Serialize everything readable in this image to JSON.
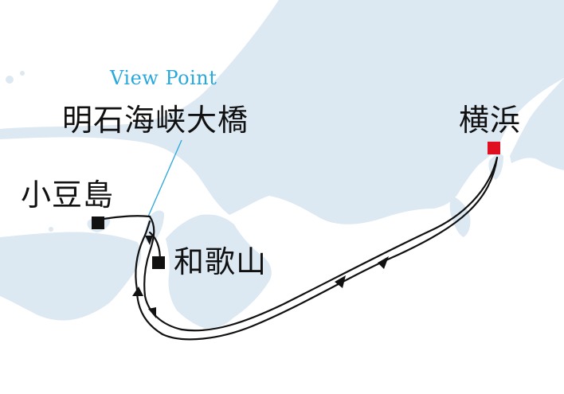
{
  "colors": {
    "sea": "#ffffff",
    "land": "#dce8f2",
    "route": "#111111",
    "port": "#111111",
    "start_port": "#e01020",
    "accent": "#29a8dc"
  },
  "viewpoint": {
    "label": "View Point",
    "name": "明石海峡大橋"
  },
  "ports": [
    {
      "name": "横浜",
      "type": "start"
    },
    {
      "name": "小豆島",
      "type": "stop"
    },
    {
      "name": "和歌山",
      "type": "stop"
    }
  ]
}
